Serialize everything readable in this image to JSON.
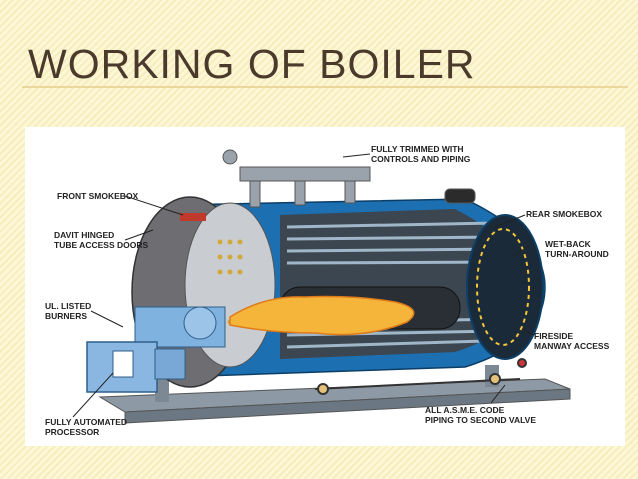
{
  "slide": {
    "title": "WORKING OF BOILER"
  },
  "labels": {
    "front_smokebox": "FRONT SMOKEBOX",
    "davit": "DAVIT HINGED\nTUBE ACCESS DOORS",
    "burners": "UL. LISTED\nBURNERS",
    "processor": "FULLY AUTOMATED\nPROCESSOR",
    "controls": "FULLY TRIMMED WITH\nCONTROLS AND PIPING",
    "rear_smokebox": "REAR SMOKEBOX",
    "wet_back": "WET-BACK\nTURN-AROUND",
    "manway": "FIRESIDE\nMANWAY ACCESS",
    "asme": "ALL A.S.M.E. CODE\nPIPING TO SECOND VALVE"
  },
  "colors": {
    "title": "#4a3a2c",
    "shell_blue": "#1c6fb0",
    "flame": "#f5b53a",
    "frame": "#8d9aa6"
  }
}
